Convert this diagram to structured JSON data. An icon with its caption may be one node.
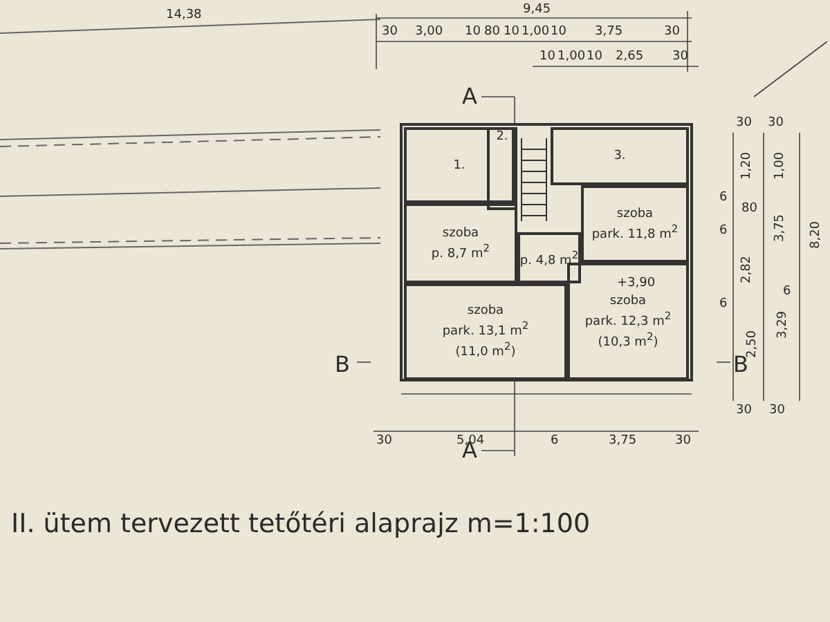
{
  "diagram": {
    "caption": "II. ütem tervezett tetőtéri alaprajz m=1:100",
    "nodes": [
      {
        "text": [
          "1."
        ]
      },
      {
        "text": [
          "2."
        ]
      },
      {
        "text": [
          "3."
        ]
      },
      {
        "text": [
          "szoba",
          "p. 8,7 m$^{2}$"
        ]
      },
      {
        "text": [
          "p. 4,8 m$^{2}$"
        ]
      },
      {
        "text": [
          "szoba",
          "park. 11,8 m$^{2}$"
        ]
      },
      {
        "text": [
          "szoba",
          "park. 13,1 m$^{2}$",
          "(11,0 m$^{2}$)"
        ]
      },
      {
        "text": [
          "szoba",
          "park. 12,3 m$^{2}$",
          "(10,3 m$^{2}$)"
        ]
      }
    ],
    "labels": [
      "14,38",
      "9,45",
      "30",
      "3,00",
      "10",
      "80",
      "10",
      "1,00",
      "10",
      "3,75",
      "30",
      "10",
      "1,00",
      "10",
      "2,65",
      "30",
      "A",
      "B",
      "B",
      "30",
      "5,04",
      "6",
      "3,75",
      "30",
      "A",
      "30",
      "30",
      "1,20",
      "1,00",
      "6",
      "80",
      "6",
      "3,75",
      "2,82",
      "6",
      "8,20",
      "6",
      "3,29",
      "2,50",
      "30",
      "30",
      "+3,90"
    ]
  }
}
